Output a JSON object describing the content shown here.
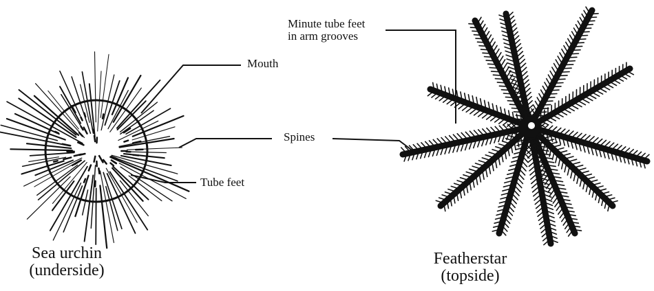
{
  "labels": {
    "mouth": "Mouth",
    "spines": "Spines",
    "tube_feet": "Tube feet",
    "minute_tube_feet_line1": "Minute tube feet",
    "minute_tube_feet_line2": "in arm grooves"
  },
  "captions": {
    "sea_urchin_line1": "Sea urchin",
    "sea_urchin_line2": "(underside)",
    "featherstar_line1": "Featherstar",
    "featherstar_line2": "(topside)"
  },
  "colors": {
    "ink": "#111111",
    "background": "#ffffff"
  },
  "illustrations": [
    "sea-urchin-drawing",
    "featherstar-drawing"
  ]
}
